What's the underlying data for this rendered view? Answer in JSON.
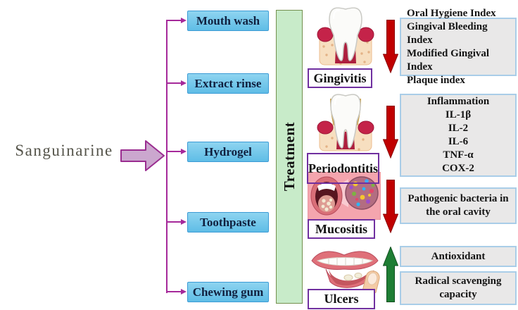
{
  "source_label": "Sanguinarine",
  "treatment": {
    "label": "Treatment"
  },
  "delivery_forms": [
    {
      "label": "Mouth wash"
    },
    {
      "label": "Extract rinse"
    },
    {
      "label": "Hydrogel"
    },
    {
      "label": "Toothpaste"
    },
    {
      "label": "Chewing gum"
    }
  ],
  "conditions": [
    {
      "label": "Gingivitis",
      "trend": "decrease",
      "outcomes": [
        "Oral Hygiene Index",
        "Gingival Bleeding Index",
        "Modified Gingival Index",
        "Plaque index"
      ]
    },
    {
      "label": "Periodontitis",
      "trend": "decrease",
      "outcomes": [
        "Inflammation",
        "IL-1β",
        "IL-2",
        "IL-6",
        "TNF-α",
        "COX-2"
      ]
    },
    {
      "label": "Mucositis",
      "trend": "decrease",
      "outcomes": [
        "Pathogenic bacteria in the oral cavity"
      ]
    },
    {
      "label": "Ulcers",
      "trend": "increase",
      "outcomes": [
        "Antioxidant",
        "Radical scavenging capacity"
      ]
    }
  ],
  "colors": {
    "connector": "#a6299a",
    "form_box_fill": "#6ec4ea",
    "form_box_border": "#3c9bd5",
    "treatment_fill": "#c8ebc9",
    "treatment_border": "#74904e",
    "condition_label_border": "#7030a0",
    "outcome_box_fill": "#e9e8e8",
    "outcome_box_border": "#a9cde8",
    "decrease_arrow": "#c00000",
    "increase_arrow": "#1e7e34"
  }
}
